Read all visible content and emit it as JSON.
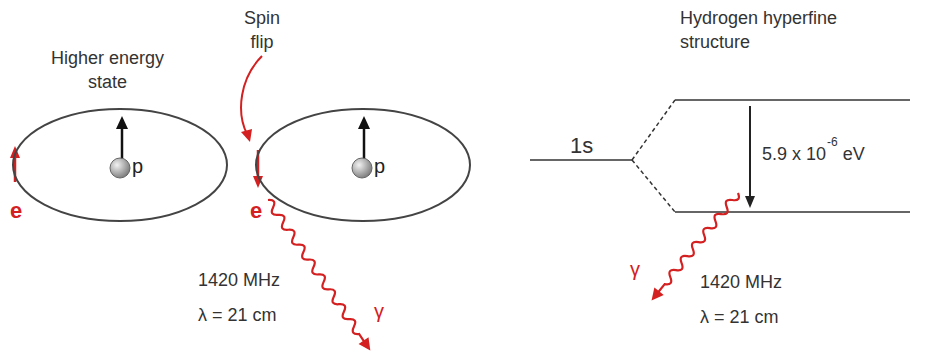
{
  "diagram": {
    "title": "Hydrogen hyperfine structure",
    "nodes": [
      {
        "text": [
          "p"
        ]
      },
      {
        "text": [
          "p"
        ]
      }
    ],
    "labels": [
      "Higher energy state",
      "e",
      "Spin flip",
      "e",
      "1420 MHz",
      "λ = 21 cm",
      "γ",
      "1s",
      "5.9 x 10",
      "-6",
      "eV",
      "γ",
      "1420 MHz",
      "λ = 21 cm"
    ]
  }
}
